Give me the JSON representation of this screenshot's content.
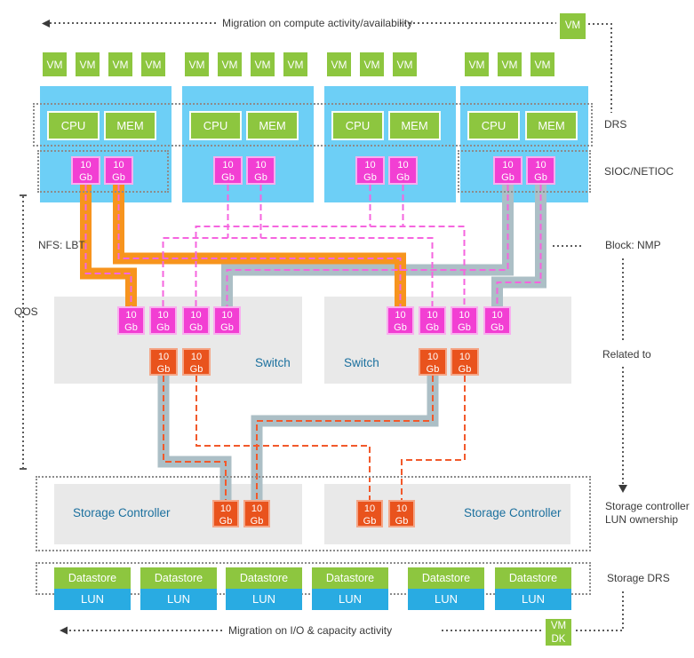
{
  "top": {
    "migration_label": "Migration on compute activity/availability",
    "vm_badge": "VM"
  },
  "bottom": {
    "migration_label": "Migration on I/O & capacity activity",
    "vmdk_badge": "VM DK"
  },
  "left_labels": {
    "nfs_lbt": "NFS: LBT",
    "qos": "QOS"
  },
  "right_labels": {
    "drs": "DRS",
    "sioc": "SIOC/NETIOC",
    "block_nmp": "Block: NMP",
    "related_to": "Related to",
    "lun_ownership": "Storage controller LUN ownership",
    "storage_drs": "Storage DRS"
  },
  "hosts": [
    {
      "vms": [
        "VM",
        "VM",
        "VM",
        "VM"
      ],
      "cpu": "CPU",
      "mem": "MEM",
      "nics": [
        "10 Gb",
        "10 Gb"
      ]
    },
    {
      "vms": [
        "VM",
        "VM",
        "VM",
        "VM"
      ],
      "cpu": "CPU",
      "mem": "MEM",
      "nics": [
        "10 Gb",
        "10 Gb"
      ]
    },
    {
      "vms": [
        "VM",
        "VM",
        "VM"
      ],
      "cpu": "CPU",
      "mem": "MEM",
      "nics": [
        "10 Gb",
        "10 Gb"
      ]
    },
    {
      "vms": [
        "VM",
        "VM",
        "VM"
      ],
      "cpu": "CPU",
      "mem": "MEM",
      "nics": [
        "10 Gb",
        "10 Gb"
      ]
    }
  ],
  "switches": [
    {
      "label": "Switch",
      "host_ports": [
        "10 Gb",
        "10 Gb",
        "10 Gb",
        "10 Gb"
      ],
      "storage_ports": [
        "10 Gb",
        "10 Gb"
      ]
    },
    {
      "label": "Switch",
      "host_ports": [
        "10 Gb",
        "10 Gb",
        "10 Gb",
        "10 Gb"
      ],
      "storage_ports": [
        "10 Gb",
        "10 Gb"
      ]
    }
  ],
  "storage_controllers": [
    {
      "label": "Storage Controller",
      "ports": [
        "10 Gb",
        "10 Gb"
      ]
    },
    {
      "label": "Storage Controller",
      "ports": [
        "10 Gb",
        "10 Gb"
      ]
    }
  ],
  "datastores": [
    {
      "name": "Datastore",
      "lun": "LUN"
    },
    {
      "name": "Datastore",
      "lun": "LUN"
    },
    {
      "name": "Datastore",
      "lun": "LUN"
    },
    {
      "name": "Datastore",
      "lun": "LUN"
    },
    {
      "name": "Datastore",
      "lun": "LUN"
    },
    {
      "name": "Datastore",
      "lun": "LUN"
    }
  ],
  "colors": {
    "green": "#8DC63F",
    "cyan": "#6DCFF6",
    "magenta": "#F23FD3",
    "red": "#E9531D",
    "orange_line": "#F7941E",
    "gray_line": "#ACBFC6",
    "lun_blue": "#29ABE2",
    "label_blue": "#1B709E",
    "box_gray": "#E9E9E9"
  }
}
